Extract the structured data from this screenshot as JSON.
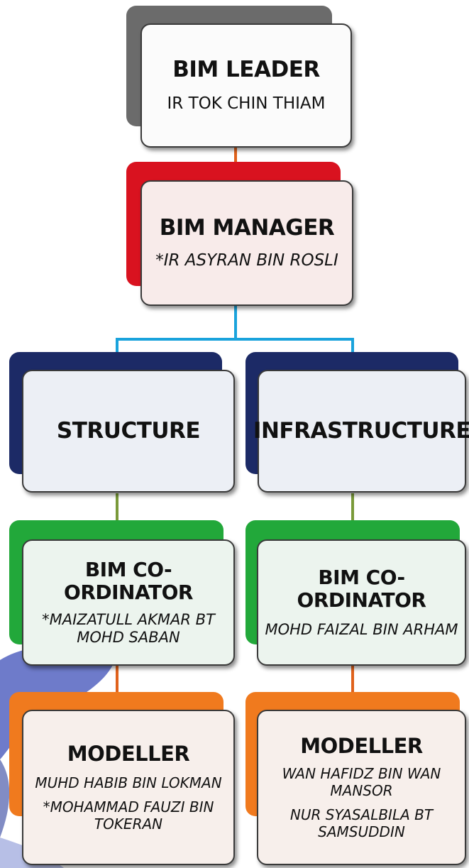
{
  "nodes": {
    "leader": {
      "title": "BIM LEADER",
      "person": "IR TOK CHIN THIAM",
      "back_color": "#6b6b6b",
      "front_color": "#fbfbfb"
    },
    "manager": {
      "title": "BIM MANAGER",
      "person": "*IR ASYRAN BIN ROSLI",
      "back_color": "#d9121f",
      "front_color": "#f8ebea"
    },
    "structure": {
      "title": "STRUCTURE",
      "back_color": "#1c2a66",
      "front_color": "#eceff5"
    },
    "infrastructure": {
      "title": "INFRASTRUCTURE",
      "back_color": "#1c2a66",
      "front_color": "#eceff5"
    },
    "coord_structure": {
      "title": "BIM CO-ORDINATOR",
      "person_line1": "*MAIZATULL AKMAR BT",
      "person_line2": "MOHD SABAN",
      "back_color": "#22a83a",
      "front_color": "#ecf4ee"
    },
    "coord_infrastructure": {
      "title": "BIM CO-ORDINATOR",
      "person": "MOHD FAIZAL BIN ARHAM",
      "back_color": "#22a83a",
      "front_color": "#ecf4ee"
    },
    "modeller_structure": {
      "title": "MODELLER",
      "person1": "MUHD HABIB BIN LOKMAN",
      "person2_line1": "*MOHAMMAD FAUZI BIN",
      "person2_line2": "TOKERAN",
      "back_color": "#f07a1e",
      "front_color": "#f7efeb"
    },
    "modeller_infrastructure": {
      "title": "MODELLER",
      "person1_line1": "WAN HAFIDZ BIN WAN",
      "person1_line2": "MANSOR",
      "person2_line1": "NUR SYASALBILA BT",
      "person2_line2": "SAMSUDDIN",
      "back_color": "#f07a1e",
      "front_color": "#f7efeb"
    }
  },
  "connector_colors": {
    "leader_manager": "#e0621c",
    "manager_branches": "#1aa3dc",
    "branch_coord": "#7a9a3a",
    "coord_modeller": "#e0621c"
  }
}
